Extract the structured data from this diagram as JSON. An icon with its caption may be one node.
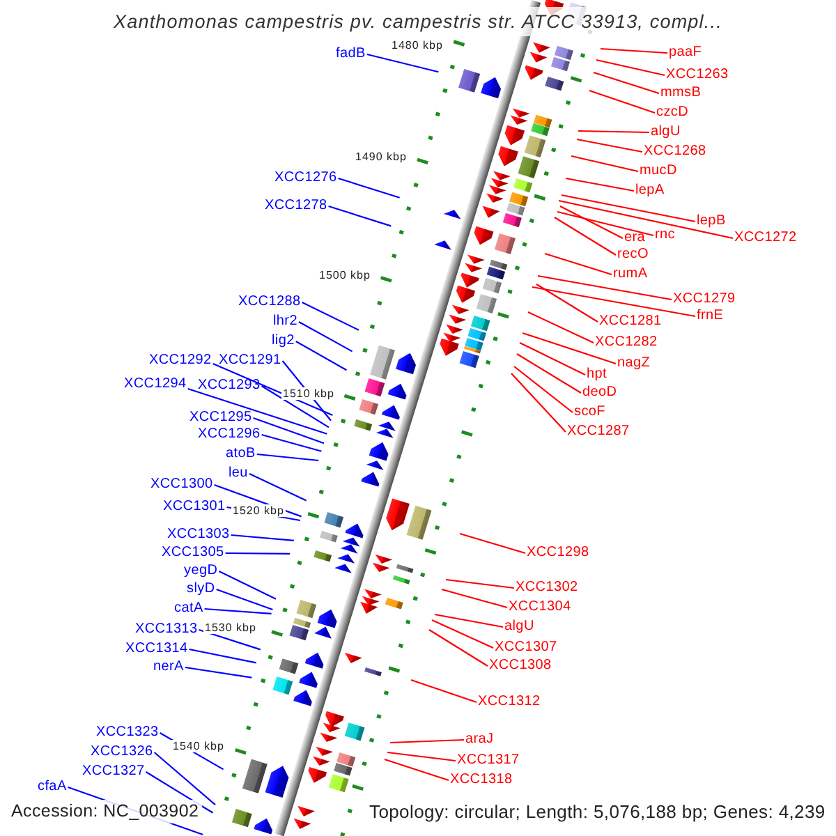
{
  "diagram": {
    "title": "Xanthomonas campestris pv. campestris str. ATCC 33913, compl...",
    "nodes": [
      {
        "text": [
          "fadB"
        ]
      },
      {
        "text": [
          "XCC1276"
        ]
      },
      {
        "text": [
          "XCC1278"
        ]
      },
      {
        "text": [
          "XCC1288"
        ]
      },
      {
        "text": [
          "lhr2"
        ]
      },
      {
        "text": [
          "lig2"
        ]
      },
      {
        "text": [
          "XCC1292"
        ]
      },
      {
        "text": [
          "XCC1291"
        ]
      },
      {
        "text": [
          "XCC1294"
        ]
      },
      {
        "text": [
          "XCC1293"
        ]
      },
      {
        "text": [
          "XCC1295"
        ]
      },
      {
        "text": [
          "XCC1296"
        ]
      },
      {
        "text": [
          "atoB"
        ]
      },
      {
        "text": [
          "leu"
        ]
      },
      {
        "text": [
          "XCC1300"
        ]
      },
      {
        "text": [
          "XCC1301"
        ]
      },
      {
        "text": [
          "XCC1303"
        ]
      },
      {
        "text": [
          "XCC1305"
        ]
      },
      {
        "text": [
          "yegD"
        ]
      },
      {
        "text": [
          "slyD"
        ]
      },
      {
        "text": [
          "catA"
        ]
      },
      {
        "text": [
          "XCC1313"
        ]
      },
      {
        "text": [
          "XCC1314"
        ]
      },
      {
        "text": [
          "nerA"
        ]
      },
      {
        "text": [
          "XCC1323"
        ]
      },
      {
        "text": [
          "XCC1326"
        ]
      },
      {
        "text": [
          "XCC1327"
        ]
      },
      {
        "text": [
          "cfaA"
        ]
      },
      {
        "text": [
          "paaF"
        ]
      },
      {
        "text": [
          "XCC1263"
        ]
      },
      {
        "text": [
          "mmsB"
        ]
      },
      {
        "text": [
          "czcD"
        ]
      },
      {
        "text": [
          "algU"
        ]
      },
      {
        "text": [
          "XCC1268"
        ]
      },
      {
        "text": [
          "mucD"
        ]
      },
      {
        "text": [
          "lepA"
        ]
      },
      {
        "text": [
          "lepB"
        ]
      },
      {
        "text": [
          "XCC1272"
        ]
      },
      {
        "text": [
          "era"
        ]
      },
      {
        "text": [
          "rnc"
        ]
      },
      {
        "text": [
          "recO"
        ]
      },
      {
        "text": [
          "rumA"
        ]
      },
      {
        "text": [
          "XCC1279"
        ]
      },
      {
        "text": [
          "XCC1281"
        ]
      },
      {
        "text": [
          "frnE"
        ]
      },
      {
        "text": [
          "XCC1282"
        ]
      },
      {
        "text": [
          "nagZ"
        ]
      },
      {
        "text": [
          "hpt"
        ]
      },
      {
        "text": [
          "deoD"
        ]
      },
      {
        "text": [
          "scoF"
        ]
      },
      {
        "text": [
          "XCC1287"
        ]
      },
      {
        "text": [
          "XCC1298"
        ]
      },
      {
        "text": [
          "XCC1302"
        ]
      },
      {
        "text": [
          "XCC1304"
        ]
      },
      {
        "text": [
          "algU"
        ]
      },
      {
        "text": [
          "XCC1307"
        ]
      },
      {
        "text": [
          "XCC1308"
        ]
      },
      {
        "text": [
          "XCC1312"
        ]
      },
      {
        "text": [
          "araJ"
        ]
      },
      {
        "text": [
          "XCC1317"
        ]
      },
      {
        "text": [
          "XCC1318"
        ]
      }
    ],
    "edges": [
      {
        "from": 0,
        "to": null,
        "arrow": "none",
        "color": "#0000ff"
      },
      {
        "from": 1,
        "to": null,
        "arrow": "none",
        "color": "#0000ff"
      },
      {
        "from": 2,
        "to": null,
        "arrow": "none",
        "color": "#0000ff"
      },
      {
        "from": 3,
        "to": null,
        "arrow": "none",
        "color": "#0000ff"
      },
      {
        "from": 4,
        "to": null,
        "arrow": "none",
        "color": "#0000ff"
      },
      {
        "from": 5,
        "to": null,
        "arrow": "none",
        "color": "#0000ff"
      },
      {
        "from": 6,
        "to": null,
        "arrow": "none",
        "color": "#0000ff"
      },
      {
        "from": 7,
        "to": null,
        "arrow": "none",
        "color": "#0000ff"
      },
      {
        "from": 8,
        "to": null,
        "arrow": "none",
        "color": "#0000ff"
      },
      {
        "from": 9,
        "to": null,
        "arrow": "none",
        "color": "#0000ff"
      },
      {
        "from": 10,
        "to": null,
        "arrow": "none",
        "color": "#0000ff"
      },
      {
        "from": 11,
        "to": null,
        "arrow": "none",
        "color": "#0000ff"
      },
      {
        "from": 12,
        "to": null,
        "arrow": "none",
        "color": "#0000ff"
      },
      {
        "from": 13,
        "to": null,
        "arrow": "none",
        "color": "#0000ff"
      },
      {
        "from": 14,
        "to": null,
        "arrow": "none",
        "color": "#0000ff"
      },
      {
        "from": 15,
        "to": null,
        "arrow": "none",
        "color": "#0000ff"
      },
      {
        "from": 16,
        "to": null,
        "arrow": "none",
        "color": "#0000ff"
      },
      {
        "from": 17,
        "to": null,
        "arrow": "none",
        "color": "#0000ff"
      },
      {
        "from": 18,
        "to": null,
        "arrow": "none",
        "color": "#0000ff"
      },
      {
        "from": 19,
        "to": null,
        "arrow": "none",
        "color": "#0000ff"
      },
      {
        "from": 20,
        "to": null,
        "arrow": "none",
        "color": "#0000ff"
      },
      {
        "from": 21,
        "to": null,
        "arrow": "none",
        "color": "#0000ff"
      },
      {
        "from": 22,
        "to": null,
        "arrow": "none",
        "color": "#0000ff"
      },
      {
        "from": 23,
        "to": null,
        "arrow": "none",
        "color": "#0000ff"
      },
      {
        "from": 24,
        "to": null,
        "arrow": "none",
        "color": "#0000ff"
      },
      {
        "from": 25,
        "to": null,
        "arrow": "none",
        "color": "#0000ff"
      },
      {
        "from": 26,
        "to": null,
        "arrow": "none",
        "color": "#0000ff"
      },
      {
        "from": 27,
        "to": null,
        "arrow": "none",
        "color": "#0000ff"
      },
      {
        "from": 28,
        "to": null,
        "arrow": "none"
      },
      {
        "from": 29,
        "to": null,
        "arrow": "none"
      },
      {
        "from": 30,
        "to": null,
        "arrow": "none"
      },
      {
        "from": 31,
        "to": null,
        "arrow": "none"
      },
      {
        "from": 32,
        "to": null,
        "arrow": "none"
      },
      {
        "from": 33,
        "to": null,
        "arrow": "none"
      },
      {
        "from": 34,
        "to": null,
        "arrow": "none"
      },
      {
        "from": 35,
        "to": null,
        "arrow": "none"
      },
      {
        "from": 36,
        "to": null,
        "arrow": "none"
      },
      {
        "from": 37,
        "to": null,
        "arrow": "none"
      },
      {
        "from": 38,
        "to": null,
        "arrow": "none"
      },
      {
        "from": 39,
        "to": null,
        "arrow": "none"
      },
      {
        "from": 40,
        "to": null,
        "arrow": "none"
      },
      {
        "from": 41,
        "to": null,
        "arrow": "none"
      },
      {
        "from": 42,
        "to": null,
        "arrow": "none"
      },
      {
        "from": 43,
        "to": null,
        "arrow": "none"
      },
      {
        "from": 44,
        "to": null,
        "arrow": "none"
      },
      {
        "from": 45,
        "to": null,
        "arrow": "none"
      },
      {
        "from": 46,
        "to": null,
        "arrow": "none"
      },
      {
        "from": 47,
        "to": null,
        "arrow": "none"
      },
      {
        "from": 48,
        "to": null,
        "arrow": "none"
      },
      {
        "from": 49,
        "to": null,
        "arrow": "none"
      },
      {
        "from": 50,
        "to": null,
        "arrow": "none"
      },
      {
        "from": 51,
        "to": null,
        "arrow": "none"
      },
      {
        "from": 52,
        "to": null,
        "arrow": "none"
      },
      {
        "from": 53,
        "to": null,
        "arrow": "none"
      },
      {
        "from": 54,
        "to": null,
        "arrow": "none"
      },
      {
        "from": 55,
        "to": null,
        "arrow": "none"
      },
      {
        "from": 56,
        "to": null,
        "arrow": "none"
      },
      {
        "from": 57,
        "to": null,
        "arrow": "none"
      },
      {
        "from": 58,
        "to": null,
        "arrow": "none"
      },
      {
        "from": 59,
        "to": null,
        "arrow": "none"
      },
      {
        "from": 60,
        "to": null,
        "arrow": "none"
      }
    ],
    "labels": [
      "1480 kbp",
      "1490 kbp",
      "1500 kbp",
      "1510 kbp",
      "1520 kbp",
      "1530 kbp",
      "1540 kbp",
      "Accession: NC_003902",
      "Topology: circular; Length: 5,076,188 bp; Genes: 4,239"
    ]
  }
}
